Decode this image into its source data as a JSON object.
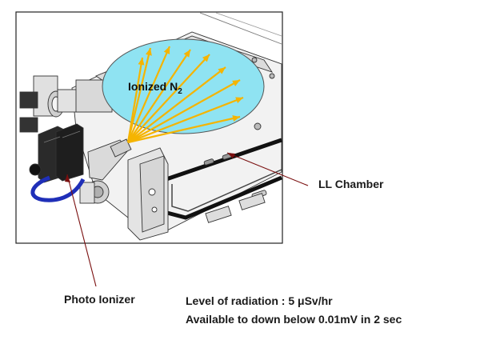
{
  "diagram": {
    "ion_cloud_label": "Ionized N",
    "ion_cloud_subscript": "2",
    "callout_chamber": "LL Chamber",
    "callout_ionizer": "Photo Ionizer",
    "spec_radiation": "Level of radiation : 5 μSv/hr",
    "spec_discharge": "Available to down below 0.01mV in 2 sec"
  },
  "colors": {
    "ion_cloud_fill": "#8fe3f2",
    "ion_arrow": "#f5b400",
    "callout_line": "#7a0f0f",
    "hose": "#1f2fb8"
  }
}
